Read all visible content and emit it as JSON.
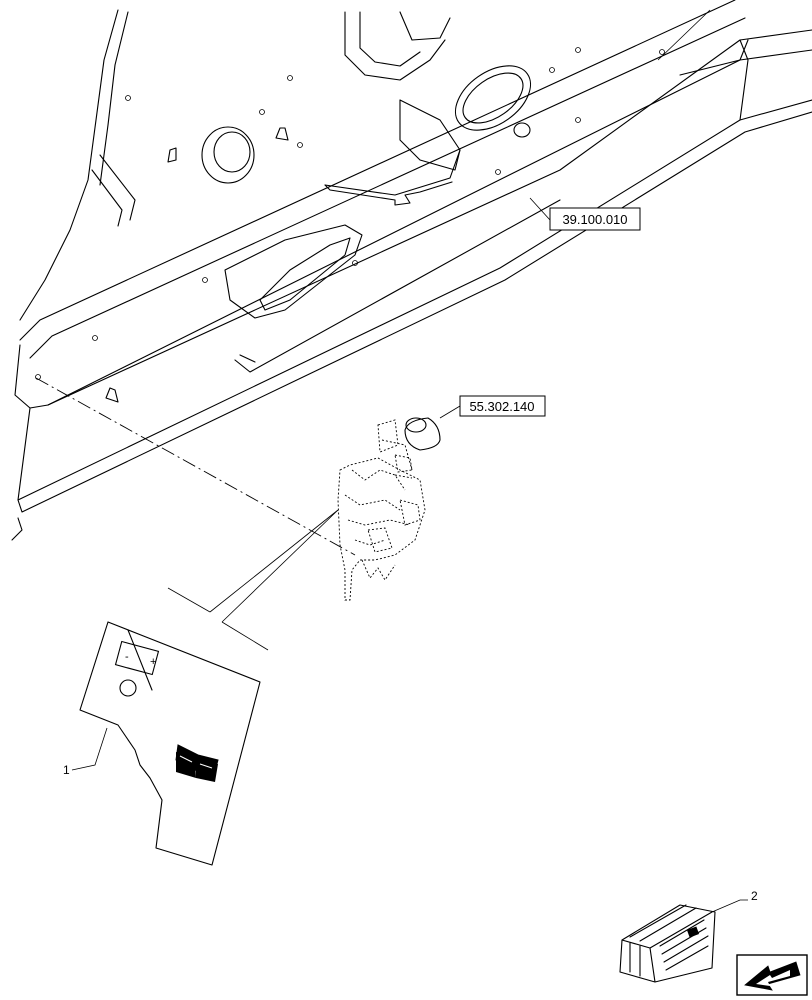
{
  "references": {
    "frame_ref": "39.100.010",
    "switch_ref": "55.302.140"
  },
  "callouts": {
    "decal": "1",
    "kit_box": "2"
  },
  "decal_icons": {
    "battery_symbol": "battery-crossed-icon",
    "manual_symbol": "operator-manual-icon",
    "minus_sign": "-",
    "plus_sign": "+"
  },
  "nav": {
    "next_icon": "arrow-down-left-icon"
  }
}
